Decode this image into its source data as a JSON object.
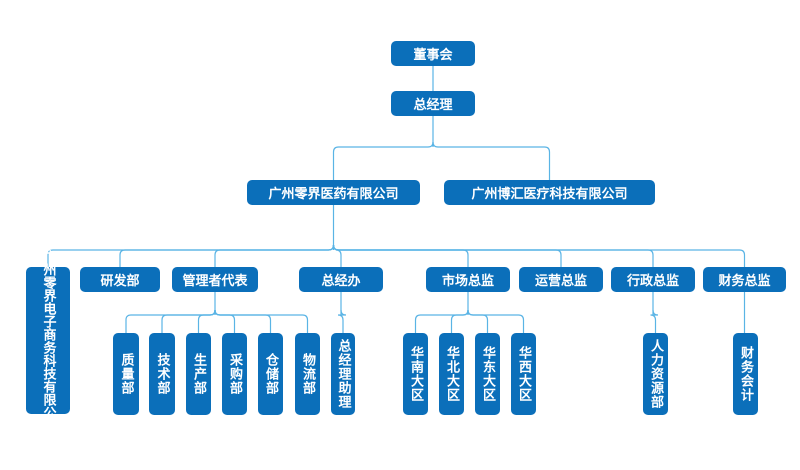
{
  "colors": {
    "node_fill": "#0b6fba",
    "node_text": "#ffffff",
    "connector": "#5ab4e5"
  },
  "org_chart": {
    "root": {
      "id": "board",
      "label": "董事会"
    },
    "nodes": [
      {
        "id": "board",
        "label": "董事会",
        "parent": null
      },
      {
        "id": "gm",
        "label": "总经理",
        "parent": "board"
      },
      {
        "id": "lingjie_pharma",
        "label": "广州零界医药有限公司",
        "parent": "gm"
      },
      {
        "id": "bohui_med",
        "label": "广州博汇医疗科技有限公司",
        "parent": "gm"
      },
      {
        "id": "lingjie_ecom",
        "label": "广州零界电子商务科技有限公司",
        "parent": "lingjie_pharma"
      },
      {
        "id": "rnd",
        "label": "研发部",
        "parent": "lingjie_pharma"
      },
      {
        "id": "mgmt_rep",
        "label": "管理者代表",
        "parent": "lingjie_pharma"
      },
      {
        "id": "gm_office",
        "label": "总经办",
        "parent": "lingjie_pharma"
      },
      {
        "id": "marketing",
        "label": "市场总监",
        "parent": "lingjie_pharma"
      },
      {
        "id": "operations",
        "label": "运营总监",
        "parent": "lingjie_pharma"
      },
      {
        "id": "admin",
        "label": "行政总监",
        "parent": "lingjie_pharma"
      },
      {
        "id": "finance",
        "label": "财务总监",
        "parent": "lingjie_pharma"
      },
      {
        "id": "quality",
        "label": "质量部",
        "parent": "mgmt_rep"
      },
      {
        "id": "tech",
        "label": "技术部",
        "parent": "mgmt_rep"
      },
      {
        "id": "production",
        "label": "生产部",
        "parent": "mgmt_rep"
      },
      {
        "id": "purchasing",
        "label": "采购部",
        "parent": "mgmt_rep"
      },
      {
        "id": "warehouse",
        "label": "仓储部",
        "parent": "mgmt_rep"
      },
      {
        "id": "logistics",
        "label": "物流部",
        "parent": "mgmt_rep"
      },
      {
        "id": "gm_assistant",
        "label": "总经理助理",
        "parent": "gm_office"
      },
      {
        "id": "south",
        "label": "华南大区",
        "parent": "marketing"
      },
      {
        "id": "north",
        "label": "华北大区",
        "parent": "marketing"
      },
      {
        "id": "east",
        "label": "华东大区",
        "parent": "marketing"
      },
      {
        "id": "west",
        "label": "华西大区",
        "parent": "marketing"
      },
      {
        "id": "hr",
        "label": "人力资源部",
        "parent": "admin"
      },
      {
        "id": "accounting",
        "label": "财务会计",
        "parent": "finance"
      }
    ]
  }
}
